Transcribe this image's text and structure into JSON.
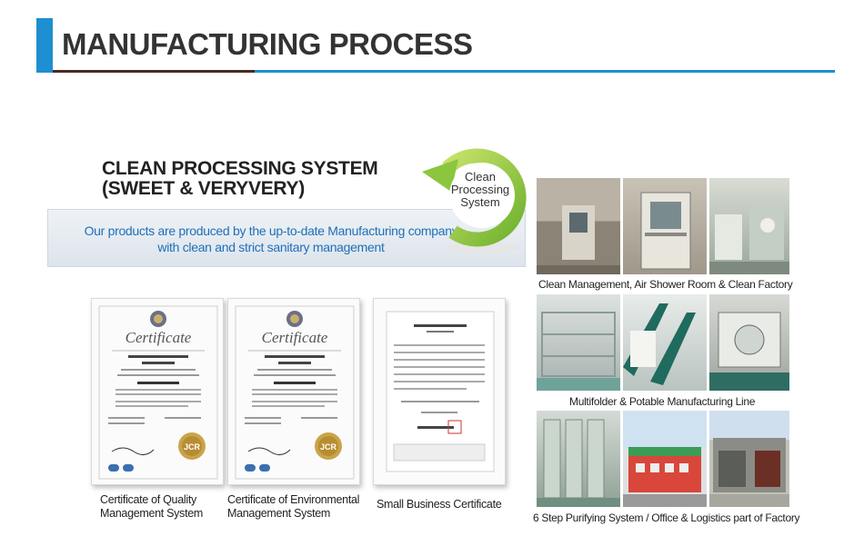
{
  "header": {
    "title": "MANUFACTURING PROCESS"
  },
  "system": {
    "title_line1": "CLEAN PROCESSING SYSTEM",
    "title_line2": "(SWEET & VERYVERY)",
    "banner_line1": "Our products are produced by the up-to-date Manufacturing company",
    "banner_line2": "with clean and strict sanitary management",
    "emblem_line1": "Clean",
    "emblem_line2": "Processing",
    "emblem_line3": "System"
  },
  "certificates": [
    {
      "label_line1": "Certificate of  Quality",
      "label_line2": "Management System"
    },
    {
      "label_line1": "Certificate of Environmental",
      "label_line2": "Management System"
    },
    {
      "label_line1": "Small Business Certificate",
      "label_line2": ""
    }
  ],
  "photo_groups": [
    {
      "caption": "Clean Management, Air Shower Room & Clean Factory"
    },
    {
      "caption": "Multifolder & Potable Manufacturing Line"
    },
    {
      "caption": "6 Step Purifying System / Office & Logistics part of Factory"
    }
  ],
  "colors": {
    "accent_blue": "#1e8fd0",
    "accent_dark": "#4a2a20",
    "emblem_green": "#8cc63f",
    "banner_text": "#1e6fb8"
  }
}
